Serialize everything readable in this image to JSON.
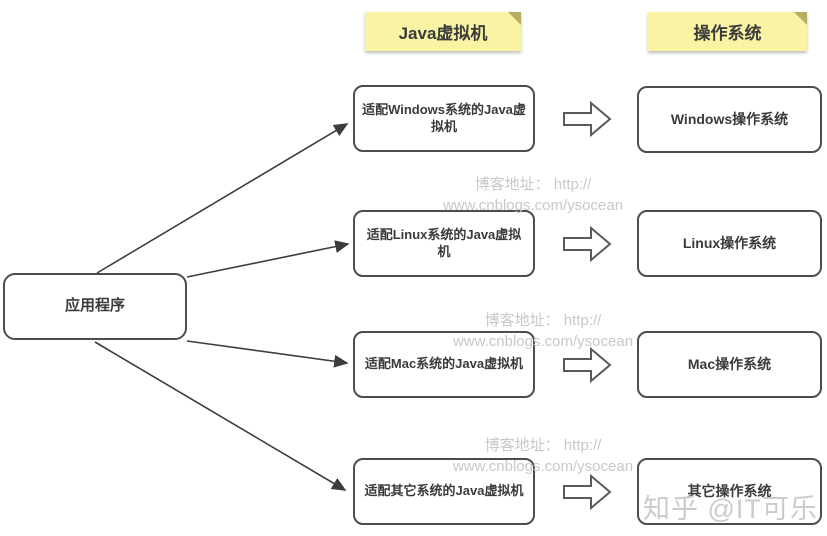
{
  "headers": {
    "jvm": "Java虚拟机",
    "os": "操作系统"
  },
  "app": {
    "label": "应用程序"
  },
  "rows": [
    {
      "jvm_label": "适配Windows系统的Java虚拟机",
      "os_label": "Windows操作系统"
    },
    {
      "jvm_label": "适配Linux系统的Java虚拟机",
      "os_label": "Linux操作系统"
    },
    {
      "jvm_label": "适配Mac系统的Java虚拟机",
      "os_label": "Mac操作系统"
    },
    {
      "jvm_label": "适配其它系统的Java虚拟机",
      "os_label": "其它操作系统"
    }
  ],
  "watermarks": {
    "blog_line1": "博客地址： http://",
    "blog_line2": "www.cnblogs.com/ysocean",
    "zhihu": "知乎 @IT可乐"
  },
  "colors": {
    "sticky_bg": "#f8f4a3",
    "sticky_fold": "#b5ae62",
    "box_border": "#4d4d4d",
    "box_text": "#3b3b3b",
    "thin_arrow": "#3d3d3d",
    "block_arrow_stroke": "#5a5a5a",
    "watermark_gray": "#c8c8c8"
  }
}
